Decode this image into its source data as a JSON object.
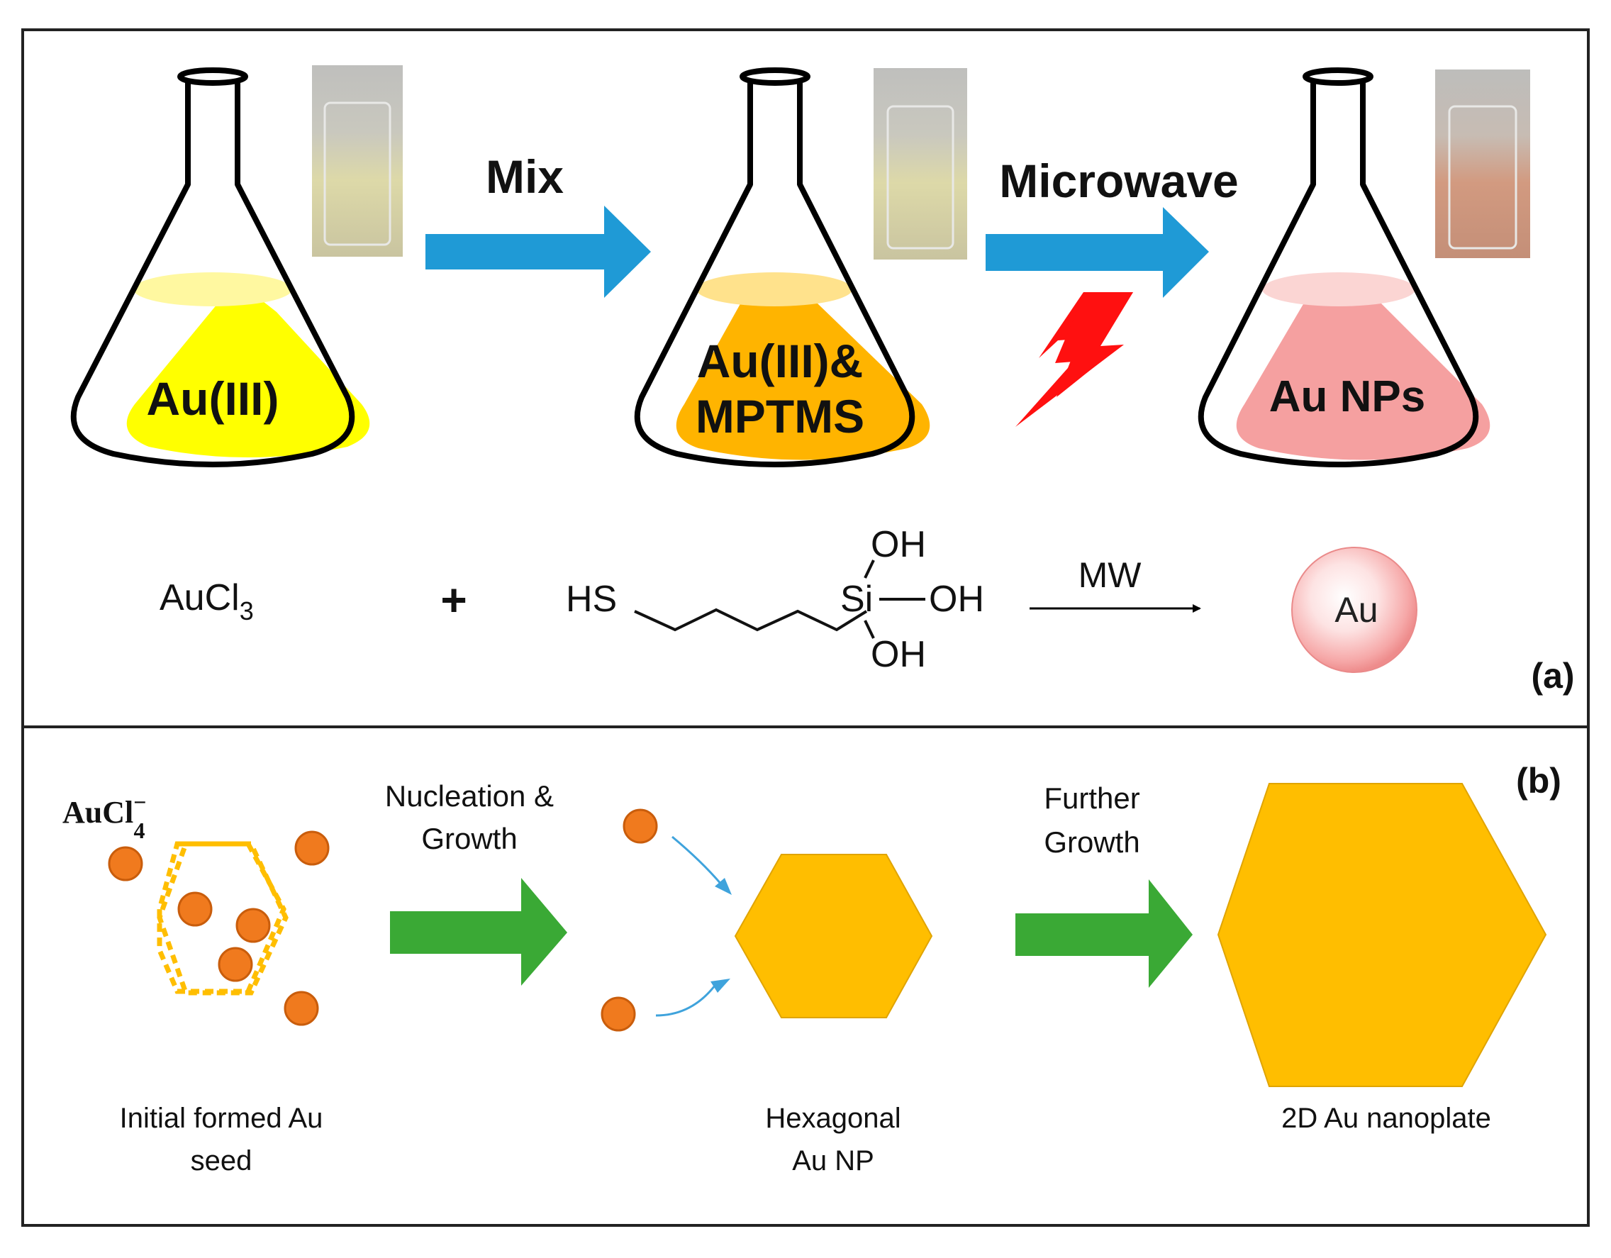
{
  "panel_a": {
    "label": "(a)",
    "step1": {
      "flask_label": "Au(III)",
      "liquid_color": "#ffff00"
    },
    "arrow1_label": "Mix",
    "step2": {
      "flask_label_line1": "Au(III)&",
      "flask_label_line2": "MPTMS",
      "liquid_color": "#ffb400"
    },
    "arrow2_label": "Microwave",
    "step3": {
      "flask_label": "Au NPs",
      "liquid_color": "#f5a0a0"
    },
    "reaction": {
      "reactant1": "AuCl",
      "reactant1_subscript": "3",
      "plus": "+",
      "hs": "HS",
      "si": "Si",
      "oh_top": "OH",
      "oh_right": "OH",
      "oh_bottom": "OH",
      "arrow_label": "MW",
      "product": "Au"
    }
  },
  "panel_b": {
    "label": "(b)",
    "precursor": "AuCl",
    "precursor_superscript": "−",
    "precursor_subscript": "4",
    "arrow1_label_line1": "Nucleation &",
    "arrow1_label_line2": "Growth",
    "arrow2_label_line1": "Further",
    "arrow2_label_line2": "Growth",
    "caption1_line1": "Initial formed Au",
    "caption1_line2": "seed",
    "caption2_line1": "Hexagonal",
    "caption2_line2": "Au NP",
    "caption3": "2D Au nanoplate"
  },
  "colors": {
    "arrow_blue": "#1f9ad6",
    "arrow_green": "#3aa935",
    "bolt_red": "#ff1010",
    "particle_orange": "#f07a1e",
    "hexagon_gold": "#ffbe00"
  }
}
